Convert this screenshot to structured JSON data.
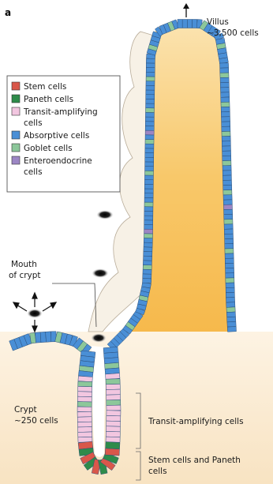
{
  "panel_label": "a",
  "colors": {
    "stem": "#d9574a",
    "paneth": "#2e8b4a",
    "transit": "#f2c6e0",
    "absorptive": "#4a8fd6",
    "goblet": "#8cc79a",
    "enteroendocrine": "#9c86c4",
    "villus_core": "#f7c25e",
    "crypt_bg": "#f8e6c8"
  },
  "legend": [
    {
      "key": "stem",
      "label_lines": [
        "Stem cells"
      ]
    },
    {
      "key": "paneth",
      "label_lines": [
        "Paneth cells"
      ]
    },
    {
      "key": "transit",
      "label_lines": [
        "Transit-amplifying",
        "cells"
      ]
    },
    {
      "key": "absorptive",
      "label_lines": [
        "Absorptive cells"
      ]
    },
    {
      "key": "goblet",
      "label_lines": [
        "Goblet cells"
      ]
    },
    {
      "key": "enteroendocrine",
      "label_lines": [
        "Enteroendocrine",
        "cells"
      ]
    }
  ],
  "labels": {
    "villus_title": "Villus",
    "villus_count": "~3,500 cells",
    "mouth_line1": "Mouth",
    "mouth_line2": "of crypt",
    "crypt_title": "Crypt",
    "crypt_count": "~250 cells",
    "transit_zone": "Transit-amplifying cells",
    "stem_zone_line1": "Stem cells and Paneth",
    "stem_zone_line2": "cells"
  },
  "icons": {
    "villus_arrow": "arrow-up-icon",
    "crypt_opening": "crypt-opening-icon",
    "flow_arrows": "four-way-arrows-icon"
  }
}
